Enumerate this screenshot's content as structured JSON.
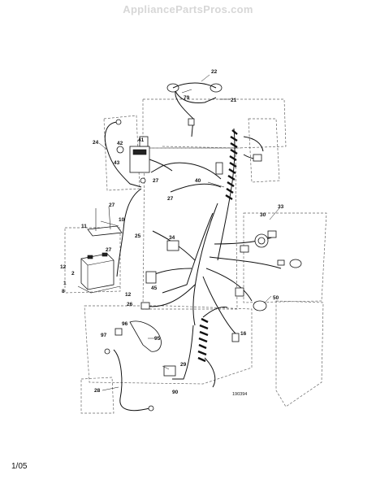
{
  "watermark": "AppliancePartsPros.com",
  "footer_date": "1/05",
  "drawing_number": "190394",
  "callouts": {
    "c22": "22",
    "c79": "79",
    "c21": "21",
    "c24": "24",
    "c42": "42",
    "c41": "41",
    "c43": "43",
    "c40": "40",
    "c27a": "27",
    "c27b": "27",
    "c27c": "27",
    "c10": "10",
    "c11": "11",
    "c25": "25",
    "c30": "30",
    "c33": "33",
    "c34": "34",
    "c12a": "12",
    "c2": "2",
    "c1": "1",
    "c8": "8",
    "c45": "45",
    "c12b": "12",
    "c26": "26",
    "c50": "50",
    "c96": "96",
    "c97": "97",
    "c95": "95",
    "c16": "16",
    "c29": "29",
    "c28": "28",
    "c90": "90"
  }
}
